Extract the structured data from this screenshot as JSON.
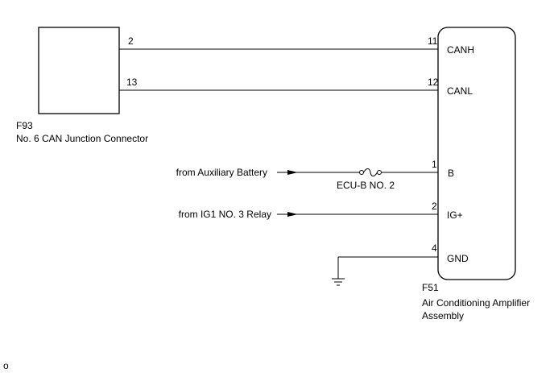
{
  "connector_f93": {
    "code": "F93",
    "name": "No. 6 CAN Junction Connector",
    "pins": {
      "canh": "2",
      "canl": "13"
    }
  },
  "amplifier_f51": {
    "code": "F51",
    "name_line1": "Air Conditioning Amplifier",
    "name_line2": "Assembly",
    "terminals": {
      "canh": {
        "pin": "11",
        "label": "CANH"
      },
      "canl": {
        "pin": "12",
        "label": "CANL"
      },
      "b": {
        "pin": "1",
        "label": "B"
      },
      "ig": {
        "pin": "2",
        "label": "IG+"
      },
      "gnd": {
        "pin": "4",
        "label": "GND"
      }
    }
  },
  "sources": {
    "battery": "from Auxiliary Battery",
    "relay": "from IG1 NO. 3 Relay"
  },
  "fuse": {
    "label": "ECU-B NO. 2"
  },
  "footer": {
    "mark": "o"
  },
  "colors": {
    "line": "#000000",
    "background": "#ffffff"
  },
  "icons": {
    "fuse": "fuse-icon",
    "ground": "ground-icon",
    "arrow": "arrow-right-icon"
  }
}
